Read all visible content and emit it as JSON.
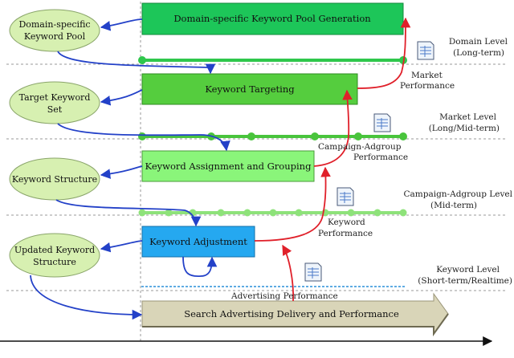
{
  "ellipses": {
    "domain_pool": [
      "Domain-specific",
      "Keyword Pool"
    ],
    "target_set": [
      "Target Keyword",
      "Set"
    ],
    "structure": [
      "Keyword Structure"
    ],
    "updated_structure": [
      "Updated Keyword",
      "Structure"
    ]
  },
  "boxes": {
    "domain_generation": "Domain-specific Keyword Pool Generation",
    "targeting": "Keyword Targeting",
    "assignment": "Keyword Assignment and Grouping",
    "adjustment": "Keyword Adjustment",
    "delivery": "Search Advertising Delivery and Performance"
  },
  "levels": {
    "domain": [
      "Domain Level",
      "(Long-term)"
    ],
    "market": [
      "Market Level",
      "(Long/Mid-term)"
    ],
    "campaign": [
      "Campaign-Adgroup Level",
      "(Mid-term)"
    ],
    "keyword": [
      "Keyword Level",
      "(Short-term/Realtime)"
    ]
  },
  "feedback_labels": {
    "market": [
      "Market",
      "Performance"
    ],
    "campaign": [
      "Campaign-Adgroup",
      "Performance"
    ],
    "keyword": [
      "Keyword",
      "Performance"
    ],
    "advertising": "Advertising Performance"
  },
  "colors": {
    "ellipse_fill": "#d7f0b1",
    "ellipse_stroke": "#8aa56a",
    "top_box_fill": "#1dc659",
    "target_box_fill": "#55cd3e",
    "assign_box_fill": "#8af57a",
    "adjust_box_fill": "#25a8f0",
    "delivery_fill": "#d9d5b8",
    "feedback_arrow": "#e0202a",
    "flow_arrow": "#2341c8"
  }
}
